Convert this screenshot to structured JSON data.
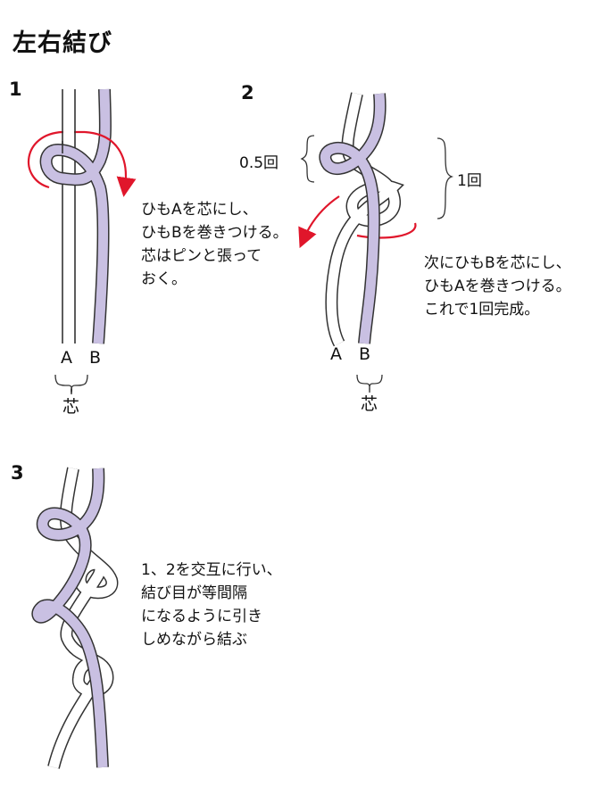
{
  "title": "左右結び",
  "colors": {
    "cord_b": "#c9c0e2",
    "arrow": "#e0162b",
    "outline": "#333333"
  },
  "steps": [
    {
      "number": "1",
      "text_lines": [
        "ひもAを芯にし、",
        "ひもBを巻きつける。",
        "芯はピンと張って",
        "おく。"
      ],
      "cord_a_label": "A",
      "cord_b_label": "B",
      "core_label": "芯"
    },
    {
      "number": "2",
      "half_turn_label": "0.5回",
      "one_turn_label": "1回",
      "text_lines": [
        "次にひもBを芯にし、",
        "ひもAを巻きつける。",
        "これで1回完成。"
      ],
      "cord_a_label": "A",
      "cord_b_label": "B",
      "core_label": "芯"
    },
    {
      "number": "3",
      "text_lines": [
        "1、2を交互に行い、",
        "結び目が等間隔",
        "になるように引き",
        "しめながら結ぶ"
      ]
    }
  ]
}
